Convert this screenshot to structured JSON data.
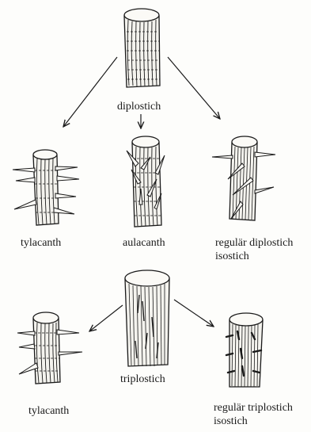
{
  "labels": {
    "diplostich": "diplostich",
    "tylacanth_top": "tylacanth",
    "aulacanth": "aulacanth",
    "regular_diplostich_line1": "regulär diplostich",
    "regular_diplostich_line2": "isostich",
    "triplostich": "triplostich",
    "tylacanth_bottom": "tylacanth",
    "regular_triplostich_line1": "regulär triplostich",
    "regular_triplostich_line2": "isostich"
  },
  "colors": {
    "ink": "#1a1a1a",
    "paper": "#fdfdfb"
  }
}
